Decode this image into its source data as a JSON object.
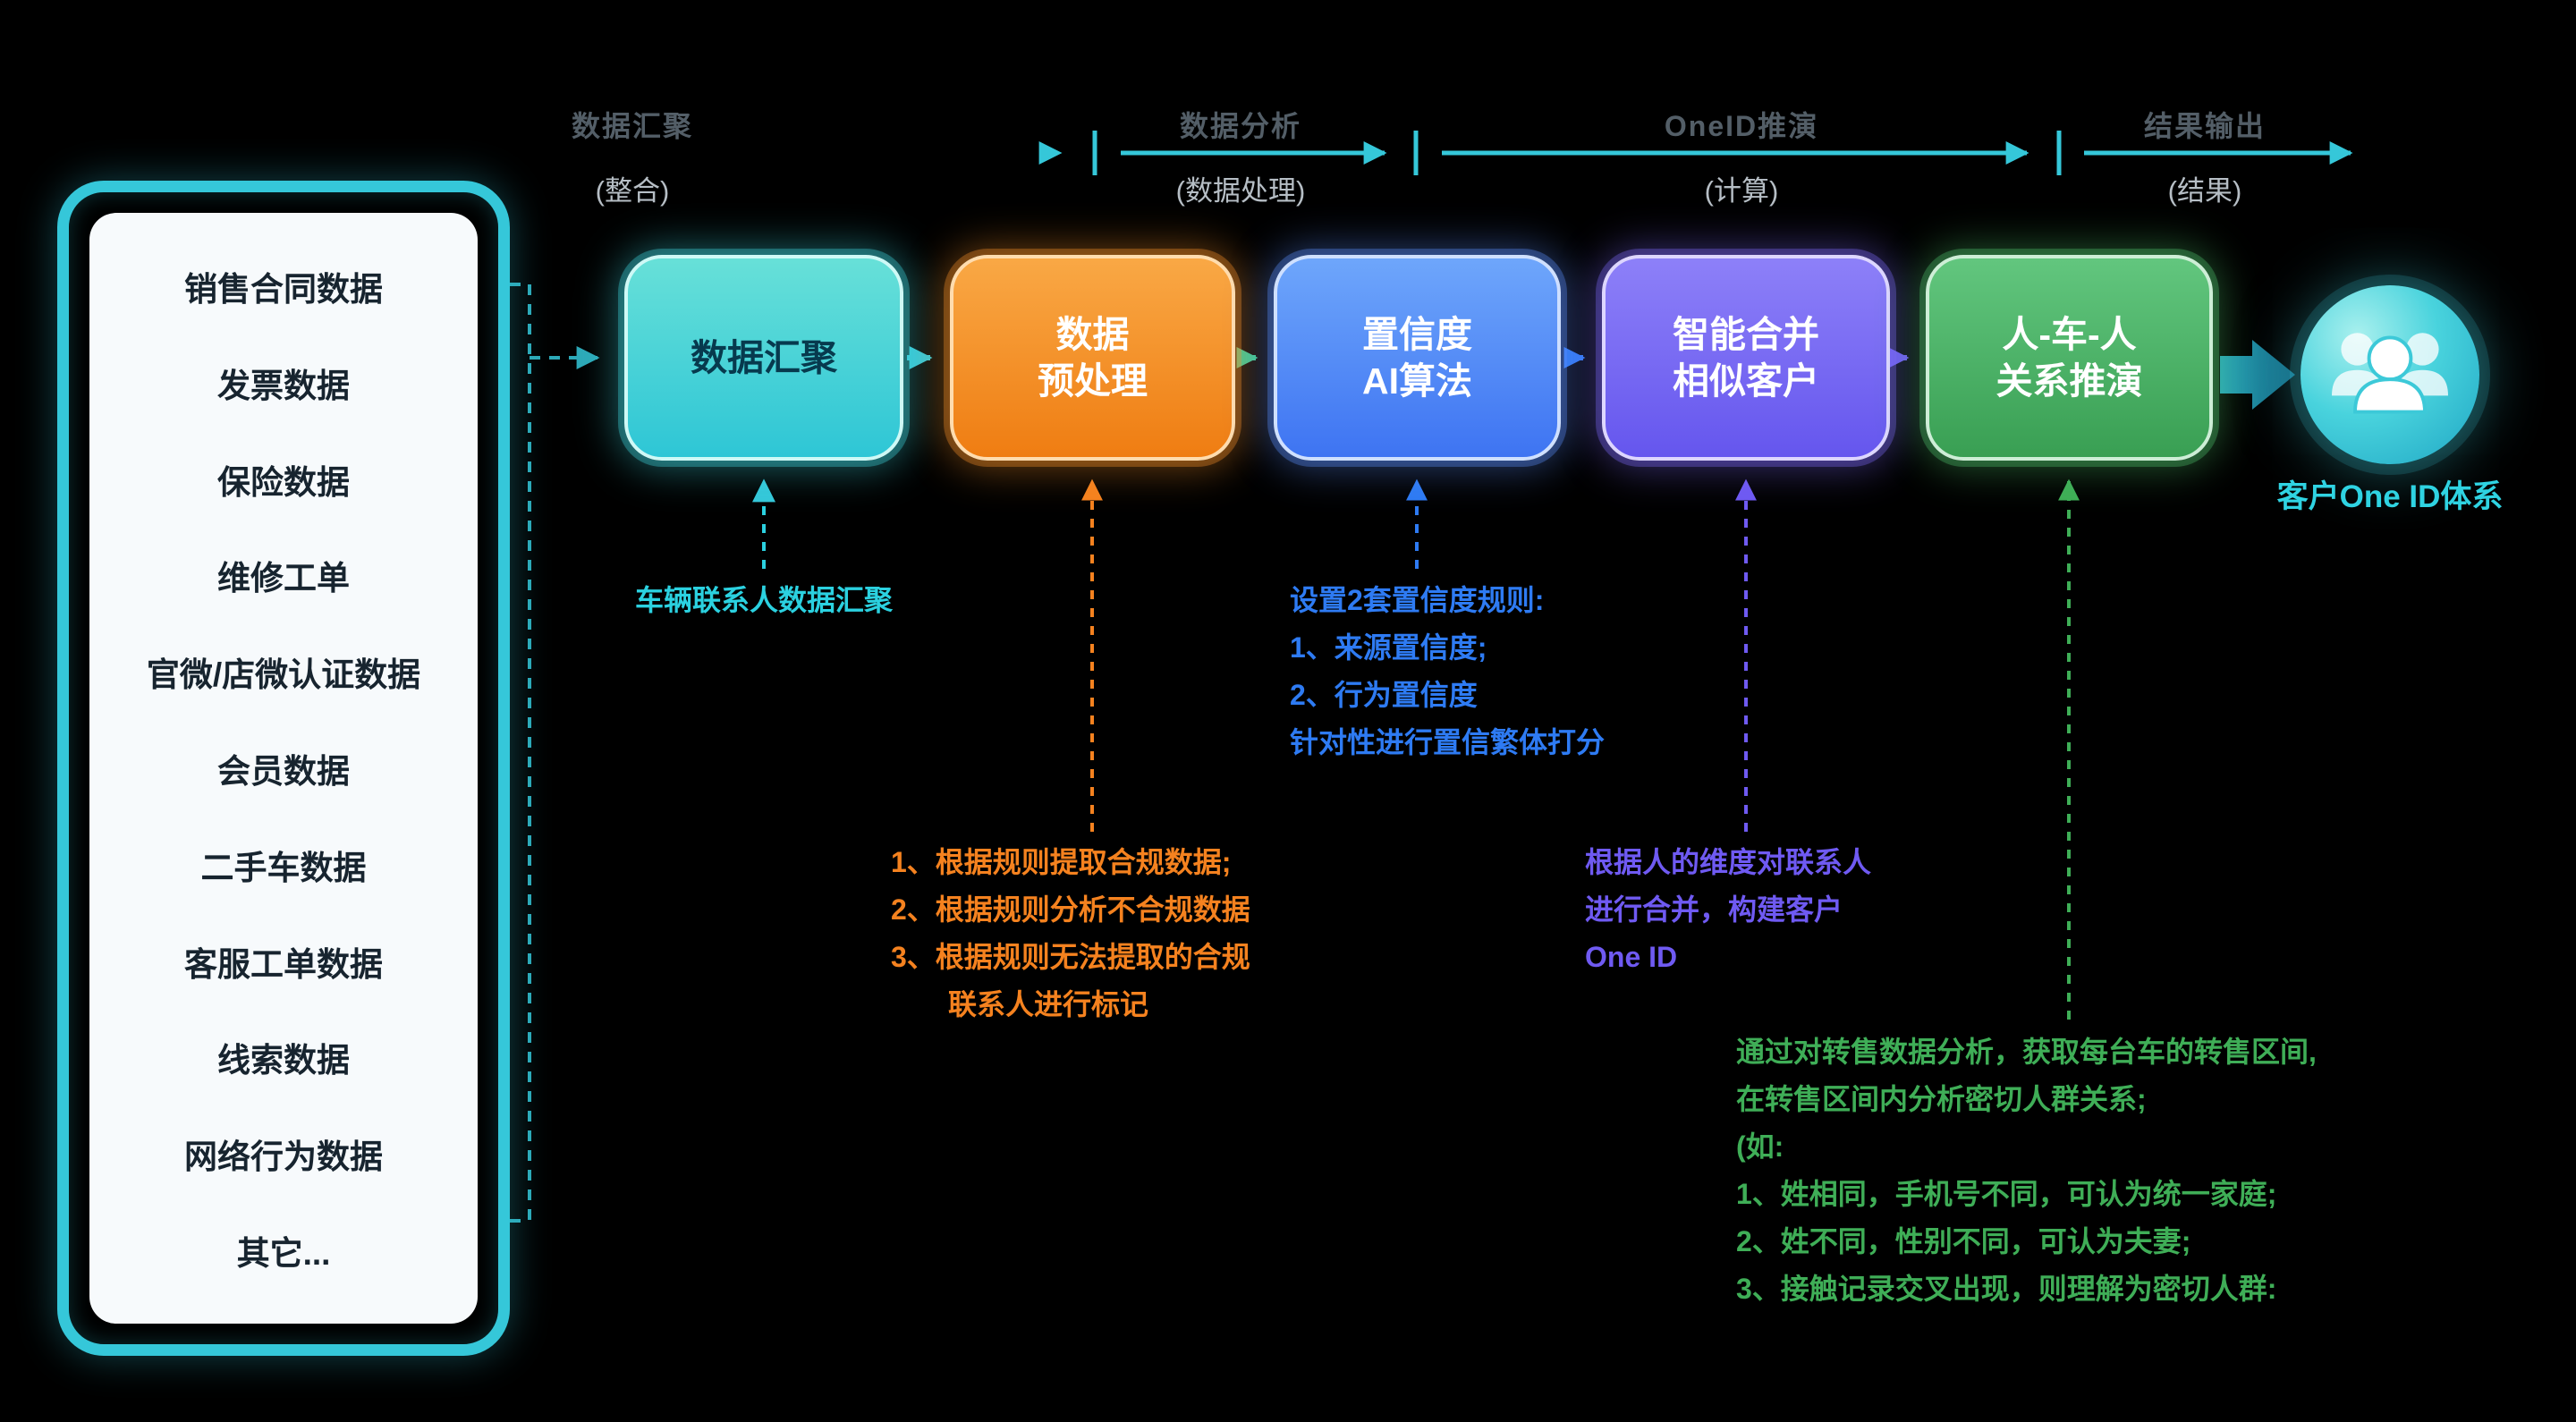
{
  "phases": [
    {
      "label": "数据汇聚",
      "sub": "(整合)"
    },
    {
      "label": "数据分析",
      "sub": "(数据处理)"
    },
    {
      "label": "OneID推演",
      "sub": "(计算)"
    },
    {
      "label": "结果输出",
      "sub": "(结果)"
    }
  ],
  "sources": [
    "销售合同数据",
    "发票数据",
    "保险数据",
    "维修工单",
    "官微/店微认证数据",
    "会员数据",
    "二手车数据",
    "客服工单数据",
    "线索数据",
    "网络行为数据",
    "其它..."
  ],
  "steps": [
    {
      "lines": [
        "数据汇聚"
      ]
    },
    {
      "lines": [
        "数据",
        "预处理"
      ]
    },
    {
      "lines": [
        "置信度",
        "AI算法"
      ]
    },
    {
      "lines": [
        "智能合并",
        "相似客户"
      ]
    },
    {
      "lines": [
        "人-车-人",
        "关系推演"
      ]
    }
  ],
  "notes": {
    "aggregation": {
      "lines": [
        "车辆联系人数据汇聚"
      ]
    },
    "preprocess": {
      "lines": [
        "1、根据规则提取合规数据;",
        "2、根据规则分析不合规数据",
        "3、根据规则无法提取的合规",
        "联系人进行标记"
      ]
    },
    "confidence": {
      "lines": [
        "设置2套置信度规则:",
        "1、来源置信度;",
        "2、行为置信度",
        "针对性进行置信繁体打分"
      ]
    },
    "merge": {
      "lines": [
        "根据人的维度对联系人",
        "进行合并，构建客户",
        "One ID"
      ]
    },
    "relation": {
      "lines": [
        "通过对转售数据分析，获取每台车的转售区间,",
        "在转售区间内分析密切人群关系;",
        "(如:",
        "1、姓相同，手机号不同，可认为统一家庭;",
        "2、姓不同，性别不同，可认为夫妻;",
        "3、接触记录交叉出现，则理解为密切人群:"
      ]
    }
  },
  "result": {
    "label": "客户One ID体系"
  },
  "colors": {
    "background": "#000000",
    "cyan": "#35c7d9",
    "orange": "#f5821f",
    "blue": "#2e7bf3",
    "purple": "#6f5af2",
    "green": "#3fae57",
    "teal_green_arrow": "#2fcf9a"
  }
}
